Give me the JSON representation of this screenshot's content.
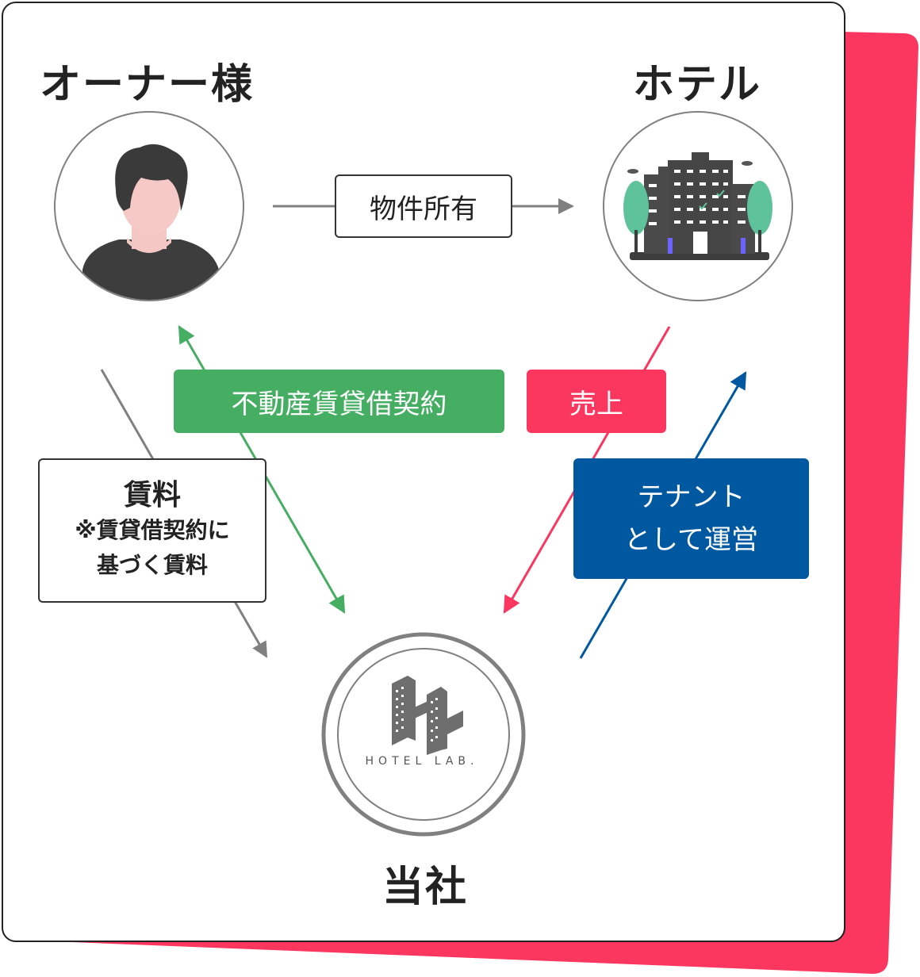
{
  "nodes": {
    "owner": "オーナー様",
    "hotel": "ホテル",
    "company": "当社"
  },
  "labels": {
    "property": "物件所有",
    "lease": "不動産賃貸借契約",
    "sales": "売上",
    "tenant_line1": "テナント",
    "tenant_line2": "として運営",
    "rent": "賃料",
    "rent_note_line1": "※賃貸借契約に",
    "rent_note_line2": "基づく賃料"
  },
  "logo": {
    "text": "HOTEL LAB."
  },
  "colors": {
    "accent_red": "#fb365f",
    "green": "#46ae62",
    "blue": "#0058a0",
    "gray": "#808080"
  },
  "icons": {
    "owner": "person-avatar-icon",
    "hotel": "hotel-building-icon",
    "company": "hotel-lab-logo-icon"
  }
}
